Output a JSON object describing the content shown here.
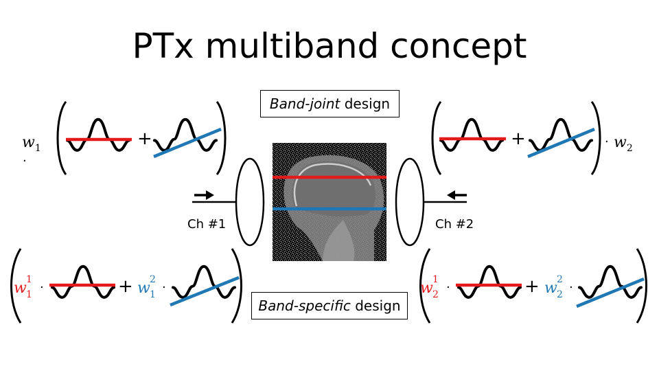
{
  "title": "PTx multiband concept",
  "band_joint": {
    "italic": "Band-joint",
    "rest": " design"
  },
  "band_specific": {
    "italic": "Band-specific",
    "rest": " design"
  },
  "channels": {
    "ch1": "Ch #1",
    "ch2": "Ch #2"
  },
  "weights": {
    "w1": {
      "base": "w",
      "sub": "1"
    },
    "w2": {
      "base": "w",
      "sub": "2"
    },
    "w11": {
      "base": "w",
      "sup": "1",
      "sub": "1"
    },
    "w12": {
      "base": "w",
      "sup": "2",
      "sub": "1"
    },
    "w21": {
      "base": "w",
      "sup": "1",
      "sub": "2"
    },
    "w22": {
      "base": "w",
      "sup": "2",
      "sub": "2"
    }
  },
  "symbols": {
    "plus": "+",
    "dot": "·"
  },
  "colors": {
    "red": "#e31a1c",
    "blue": "#1f77b4"
  }
}
